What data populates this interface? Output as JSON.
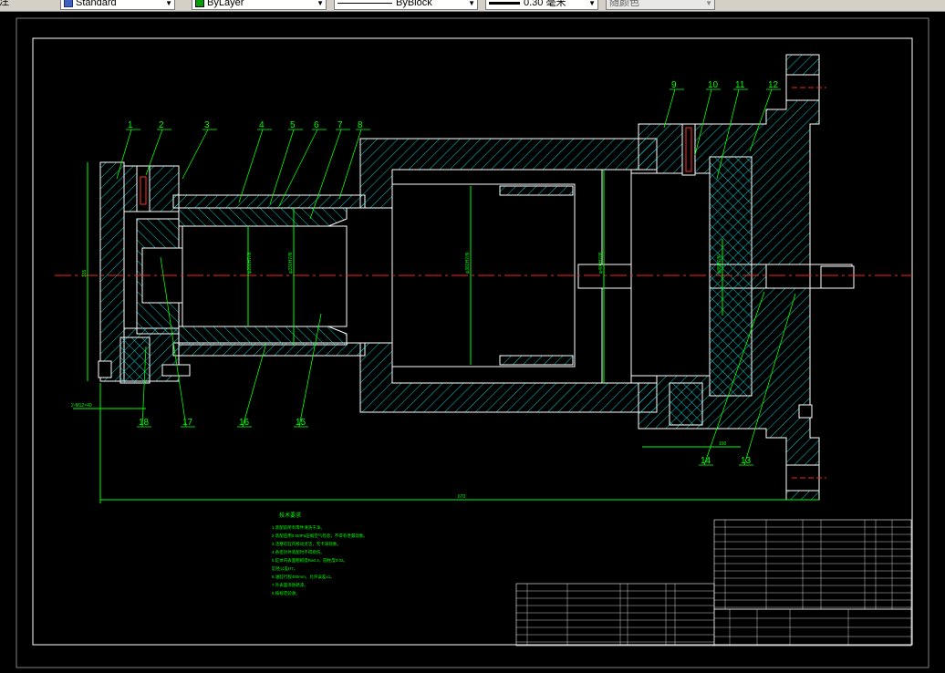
{
  "toolbar": {
    "prefix": "注",
    "text_style": "Standard",
    "layer": "ByLayer",
    "linetype": "ByBlock",
    "lineweight": "0.30 毫米",
    "plot_style": "随颜色",
    "colors": {
      "layer_swatch": "#00a000"
    }
  },
  "drawing": {
    "colors": {
      "outline": "#ffffff",
      "hatch": "#00ffff",
      "dim": "#00ff00",
      "center": "#ff2020",
      "leader": "#00ff00"
    },
    "callouts": [
      "1",
      "2",
      "3",
      "4",
      "5",
      "6",
      "7",
      "8",
      "9",
      "10",
      "11",
      "12",
      "13",
      "14",
      "15",
      "16",
      "17",
      "18"
    ],
    "dims": {
      "left_height": "315",
      "total_length": "670",
      "bottom_left": "2-M12×40",
      "right_small": "190",
      "d1": "φ200H7/f6",
      "d2": "φ230H7/f6",
      "d3": "φ360H7/f6",
      "d4": "φ400H7/f6",
      "d5": "φ85H7/f6"
    },
    "notes": {
      "title": "技术要求",
      "lines": [
        "1.装配前所有零件清洗干净。",
        "2.装配后用0.5MPa压缩空气检验，不得有泄漏现象。",
        "3.活塞在缸内移动灵活，无卡滞现象。",
        "4.各密封件装配时不得损伤。",
        "5.缸体内表面粗糙度Ra0.4，圆柱度0.02。",
        "缸径公差H7。",
        "6.油缸行程400mm，允许误差±1。",
        "7.外表面涂防锈漆。",
        "8.按规范验收。"
      ]
    }
  }
}
